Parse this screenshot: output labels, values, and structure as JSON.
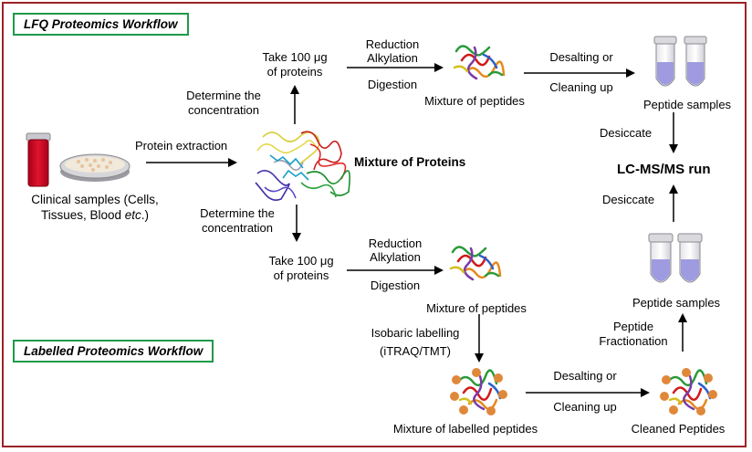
{
  "titles": {
    "lfq": "LFQ Proteomics Workflow",
    "labelled": "Labelled Proteomics Workflow"
  },
  "samples": {
    "caption_line1": "Clinical samples (Cells,",
    "caption_line2_prefix": "Tissues, Blood ",
    "caption_line2_italic": "etc",
    "caption_line2_suffix": ".)"
  },
  "labels": {
    "protein_extraction": "Protein extraction",
    "mixture_of_proteins": "Mixture of Proteins",
    "determine_top_1": "Determine the",
    "determine_top_2": "concentration",
    "take_top_1": "Take 100 μg",
    "take_top_2": "of proteins",
    "determine_bottom_1": "Determine the",
    "determine_bottom_2": "concentration",
    "take_bottom_1": "Take 100 μg",
    "take_bottom_2": "of proteins",
    "reduction_top_1": "Reduction",
    "reduction_top_2": "Alkylation",
    "digestion_top": "Digestion",
    "mixture_peptides_top": "Mixture of peptides",
    "desalting_top": "Desalting or",
    "cleaning_top": "Cleaning up",
    "peptide_samples_top": "Peptide samples",
    "desiccate_top": "Desiccate",
    "lcms": "LC-MS/MS run",
    "desiccate_bottom": "Desiccate",
    "reduction_bottom_1": "Reduction",
    "reduction_bottom_2": "Alkylation",
    "digestion_bottom": "Digestion",
    "mixture_peptides_bottom": "Mixture of peptides",
    "isobaric_1": "Isobaric labelling",
    "isobaric_2": "(iTRAQ/TMT)",
    "labelled_peptides": "Mixture of labelled peptides",
    "desalting_bottom": "Desalting or",
    "cleaning_bottom": "Cleaning up",
    "cleaned_peptides": "Cleaned Peptides",
    "fractionation_1": "Peptide",
    "fractionation_2": "Fractionation",
    "peptide_samples_bottom": "Peptide samples"
  },
  "colors": {
    "frame": "#9b2326",
    "title_border": "#1f9a4a",
    "tube_liquid": "#9e9be0",
    "blood": "#d0102a"
  }
}
